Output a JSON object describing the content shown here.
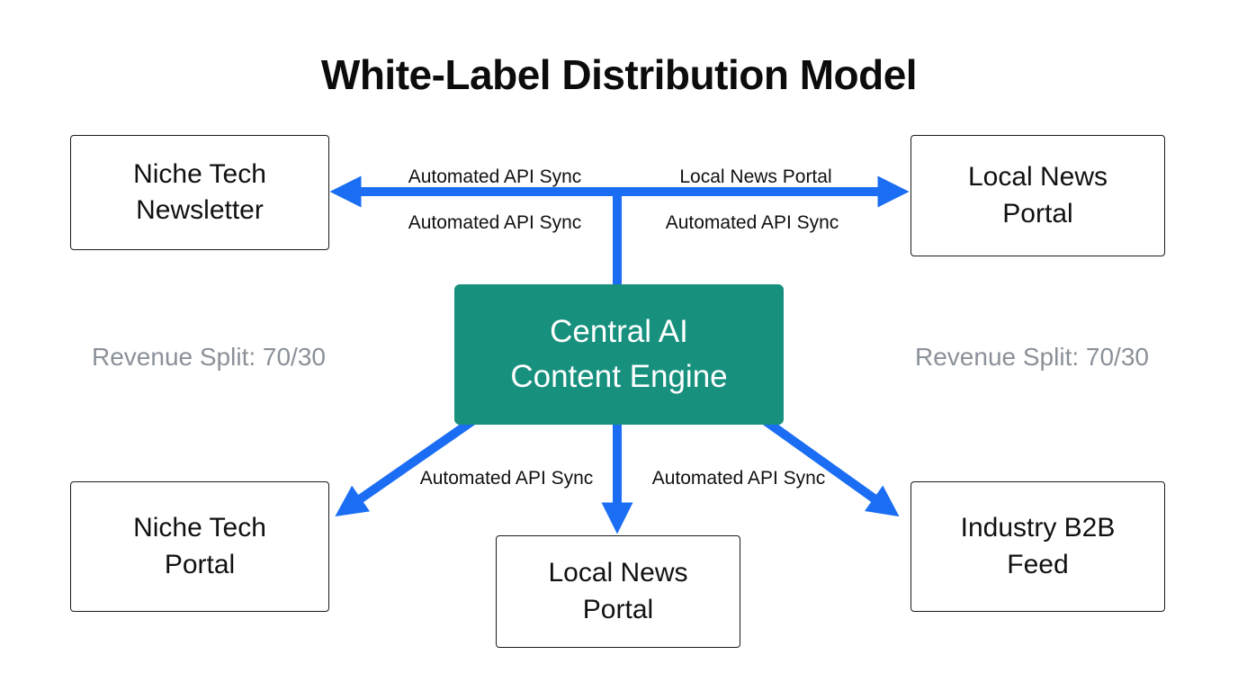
{
  "title": "White-Label Distribution Model",
  "colors": {
    "arrow": "#1b6ef3",
    "engine_bg": "#17917e",
    "engine_text": "#ffffff",
    "box_border": "#1a1a1a",
    "edge_label_text": "#111111",
    "muted_text": "#8b9199"
  },
  "nodes": {
    "engine": {
      "label": "Central AI\nContent Engine"
    },
    "top_left": {
      "label": "Niche Tech\nNewsletter"
    },
    "top_right": {
      "label": "Local News\nPortal"
    },
    "bottom_left": {
      "label": "Niche Tech\nPortal"
    },
    "bottom_center": {
      "label": "Local News\nPortal"
    },
    "bottom_right": {
      "label": "Industry B2B\nFeed"
    }
  },
  "edge_labels": {
    "top_left_above": "Automated API Sync",
    "top_right_above": "Local News Portal",
    "top_left_below": "Automated API Sync",
    "top_right_below": "Automated API Sync",
    "bottom_left": "Automated API Sync",
    "bottom_right": "Automated API Sync"
  },
  "side_notes": {
    "left": "Revenue Split: 70/30",
    "right": "Revenue Split: 70/30"
  }
}
